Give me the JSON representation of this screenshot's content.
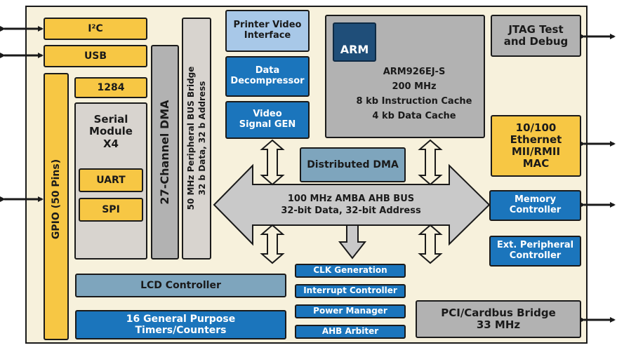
{
  "blocks": {
    "i2c": "I²C",
    "usb": "USB",
    "gpio": "GPIO (50 Pins)",
    "p1284": "1284",
    "serial_l1": "Serial",
    "serial_l2": "Module",
    "serial_l3": "X4",
    "uart": "UART",
    "spi": "SPI",
    "dma27": "27-Channel DMA",
    "bridge_l1": "50 MHz Peripheral BUS Bridge",
    "bridge_l2": "32 b Data, 32 b Address",
    "printer_l1": "Printer Video",
    "printer_l2": "Interface",
    "decomp_l1": "Data",
    "decomp_l2": "Decompressor",
    "video_l1": "Video",
    "video_l2": "Signal GEN",
    "arm_logo": "ARM",
    "cpu_l1": "ARM926EJ-S",
    "cpu_l2": "200 MHz",
    "cpu_l3": "8 kb Instruction Cache",
    "cpu_l4": "4 kb Data Cache",
    "jtag_l1": "JTAG Test",
    "jtag_l2": "and Debug",
    "eth_l1": "10/100",
    "eth_l2": "Ethernet",
    "eth_l3": "MII/RMII",
    "eth_l4": "MAC",
    "dist_dma": "Distributed DMA",
    "bus_l1": "100 MHz AMBA AHB BUS",
    "bus_l2": "32-bit Data, 32-bit Address",
    "mem_l1": "Memory",
    "mem_l2": "Controller",
    "extp_l1": "Ext. Peripheral",
    "extp_l2": "Controller",
    "lcd": "LCD Controller",
    "timers_l1": "16 General Purpose",
    "timers_l2": "Timers/Counters",
    "clk": "CLK Generation",
    "irq": "Interrupt Controller",
    "pwr": "Power Manager",
    "ahb_arb": "AHB Arbiter",
    "pci_l1": "PCI/Cardbus Bridge",
    "pci_l2": "33 MHz"
  },
  "colors": {
    "yellow": "#f7c744",
    "blue": "#1b75bc",
    "light_blue": "#a8c8e8",
    "gray": "#b2b2b2",
    "arrow_gray": "#c9c9c9",
    "chip_bg": "#f7f1dc",
    "arm_navy": "#1f4e79"
  }
}
